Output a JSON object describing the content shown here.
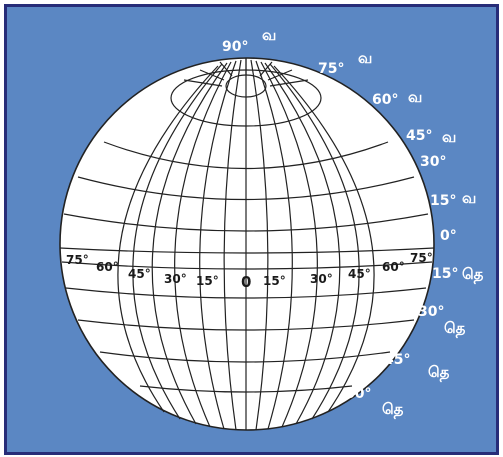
{
  "globe": {
    "colors": {
      "background": "#5b87c3",
      "border": "#272c78",
      "sphere": "#ffffff",
      "grid": "#222222",
      "label": "#ffffff"
    }
  },
  "latitude_labels": {
    "north_90": "90°",
    "north_75": "75°",
    "north_60": "60°",
    "north_45": "45°",
    "north_30": "30°",
    "north_15": "15°",
    "equator": "0°",
    "south_15": "15°",
    "south_30": "30°",
    "south_45": "45°",
    "south_60": "60°"
  },
  "hemisphere_labels": {
    "north": "வ",
    "south": "தெ"
  },
  "longitude_labels": [
    "75°",
    "60°",
    "45°",
    "30°",
    "15°",
    "0",
    "15°",
    "30°",
    "45°",
    "60°",
    "75°"
  ]
}
